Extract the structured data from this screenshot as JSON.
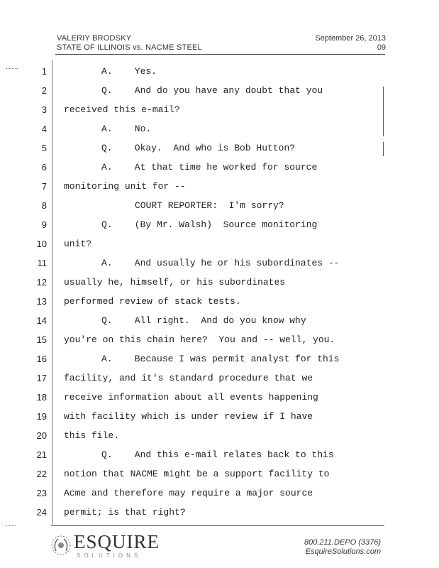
{
  "header": {
    "left_line1": "VALERIY BRODSKY",
    "left_line2": "STATE OF ILLINOIS vs. NACME STEEL",
    "date": "September 26, 2013",
    "page_number": "09"
  },
  "transcript": {
    "lines": [
      {
        "num": "1",
        "text": "A.    Yes."
      },
      {
        "num": "2",
        "text": "Q.    And do you have any doubt that you"
      },
      {
        "num": "3",
        "text": "received this e-mail?"
      },
      {
        "num": "4",
        "text": "A.    No."
      },
      {
        "num": "5",
        "text": "Q.    Okay.  And who is Bob Hutton?"
      },
      {
        "num": "6",
        "text": "A.    At that time he worked for source"
      },
      {
        "num": "7",
        "text": "monitoring unit for --"
      },
      {
        "num": "8",
        "text": "COURT REPORTER:  I'm sorry?"
      },
      {
        "num": "9",
        "text": "Q.    (By Mr. Walsh)  Source monitoring"
      },
      {
        "num": "10",
        "text": "unit?"
      },
      {
        "num": "11",
        "text": "A.    And usually he or his subordinates --"
      },
      {
        "num": "12",
        "text": "usually he, himself, or his subordinates"
      },
      {
        "num": "13",
        "text": "performed review of stack tests."
      },
      {
        "num": "14",
        "text": "Q.    All right.  And do you know why"
      },
      {
        "num": "15",
        "text": "you're on this chain here?  You and -- well, you."
      },
      {
        "num": "16",
        "text": "A.    Because I was permit analyst for this"
      },
      {
        "num": "17",
        "text": "facility, and it's standard procedure that we"
      },
      {
        "num": "18",
        "text": "receive information about all events happening"
      },
      {
        "num": "19",
        "text": "with facility which is under review if I have"
      },
      {
        "num": "20",
        "text": "this file."
      },
      {
        "num": "21",
        "text": "Q.    And this e-mail relates back to this"
      },
      {
        "num": "22",
        "text": "notion that NACME might be a support facility to"
      },
      {
        "num": "23",
        "text": "Acme and therefore may require a major source"
      },
      {
        "num": "24",
        "text": "permit; is that right?"
      }
    ]
  },
  "footer": {
    "logo_text": "ESQUIRE",
    "logo_subtext": "SOLUTIONS",
    "phone": "800.211.DEPO (3376)",
    "website": "EsquireSolutions.com"
  }
}
